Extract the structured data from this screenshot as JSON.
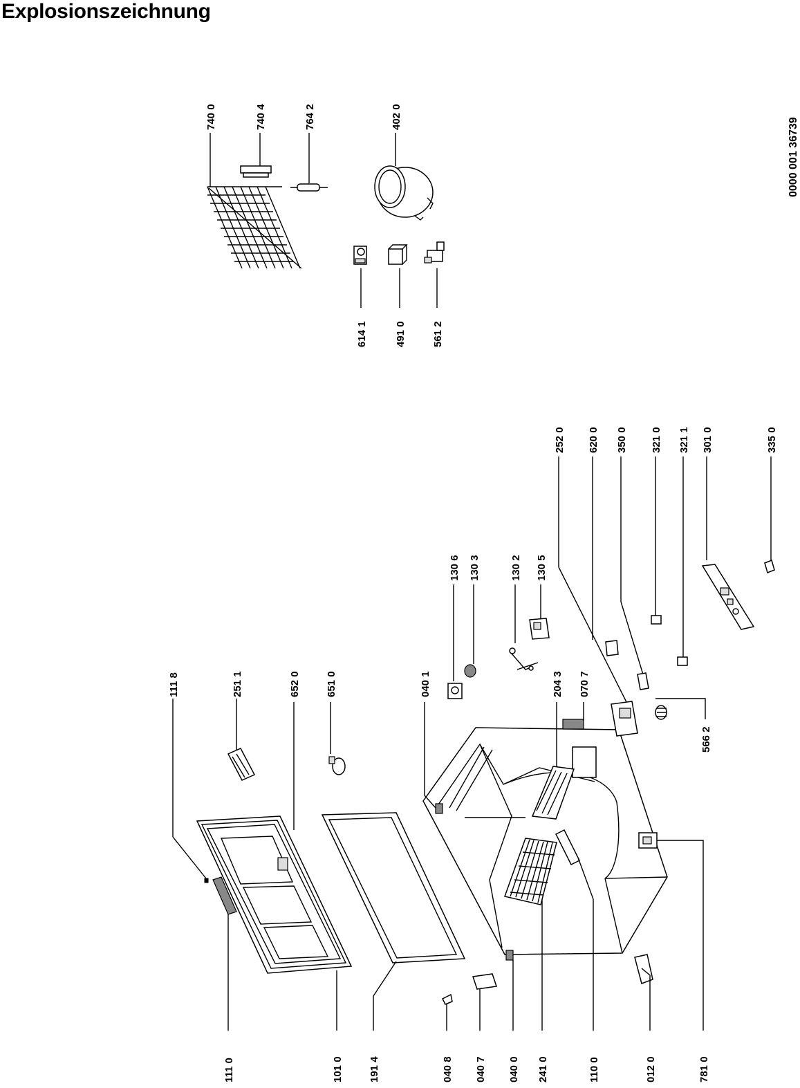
{
  "title": "Explosionszeichnung",
  "document_number": "0000 001 36739",
  "parts": {
    "p7400": "740 0",
    "p7404": "740 4",
    "p7642": "764 2",
    "p4020": "402 0",
    "p6141": "614 1",
    "p4910": "491 0",
    "p5612": "561 2",
    "p1118": "111 8",
    "p2511": "251 1",
    "p6520": "652 0",
    "p6510": "651 0",
    "p0401": "040 1",
    "p1306": "130 6",
    "p1303": "130 3",
    "p1302": "130 2",
    "p1305": "130 5",
    "p2043": "204 3",
    "p0707": "070 7",
    "p2520": "252 0",
    "p6200": "620 0",
    "p3500": "350 0",
    "p3210": "321 0",
    "p3211": "321 1",
    "p3010": "301 0",
    "p3350": "335 0",
    "p5662": "566 2",
    "p1110": "111 0",
    "p1010": "101 0",
    "p1914": "191 4",
    "p0408": "040 8",
    "p0407": "040 7",
    "p0400": "040 0",
    "p2410": "241 0",
    "p1100": "110 0",
    "p0120": "012 0",
    "p7810": "781 0"
  }
}
